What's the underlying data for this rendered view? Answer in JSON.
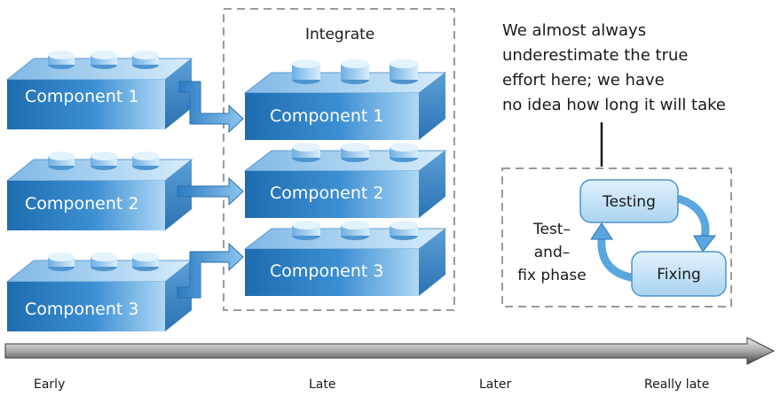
{
  "left_components": [
    {
      "label": "Component 1"
    },
    {
      "label": "Component 2"
    },
    {
      "label": "Component 3"
    }
  ],
  "integrate": {
    "title": "Integrate",
    "stack": [
      {
        "label": "Component 1"
      },
      {
        "label": "Component 2"
      },
      {
        "label": "Component 3"
      }
    ]
  },
  "annotation": {
    "lines": [
      "We almost always",
      "underestimate the true",
      "effort here; we have",
      "no idea how long it will take"
    ]
  },
  "test_fix": {
    "testing_label": "Testing",
    "fixing_label": "Fixing",
    "phase_lines": [
      "Test–",
      "and–",
      "fix phase"
    ]
  },
  "timeline": {
    "labels": [
      "Early",
      "Late",
      "Later",
      "Really late"
    ]
  },
  "colors": {
    "brick_dark": "#1f6fb3",
    "brick_light": "#a9d4f2",
    "node_fill": "#cbe6fa",
    "arrow_blue": "#5aa6de",
    "dash_gray": "#9a9a9a"
  }
}
